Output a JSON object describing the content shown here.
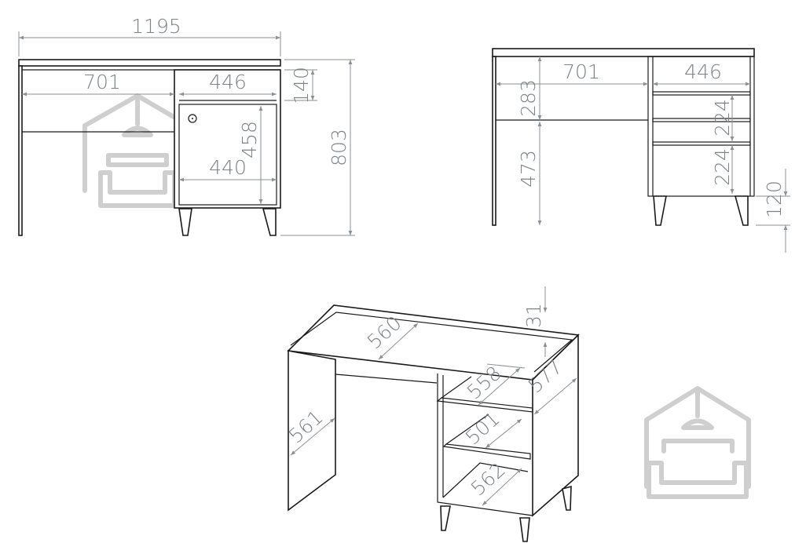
{
  "front_view": {
    "overall_width": "1195",
    "knee_space_width": "701",
    "cabinet_inner_width": "446",
    "drawer_height": "140",
    "door_height": "458",
    "door_width": "440",
    "overall_height": "803"
  },
  "back_view": {
    "knee_space_width": "701",
    "cabinet_inner_width": "446",
    "upper_height": "283",
    "lower_height": "473",
    "shelf_height_upper": "224",
    "shelf_height_lower": "224",
    "leg_height": "120"
  },
  "iso_view": {
    "top_depth": "560",
    "upper_back_rim": "31",
    "shelf_depth_upper": "558",
    "side_depth": "577",
    "side_panel_depth": "561",
    "shelf_depth_middle": "501",
    "bottom_depth": "562"
  },
  "watermark": "house-sofa-logo"
}
